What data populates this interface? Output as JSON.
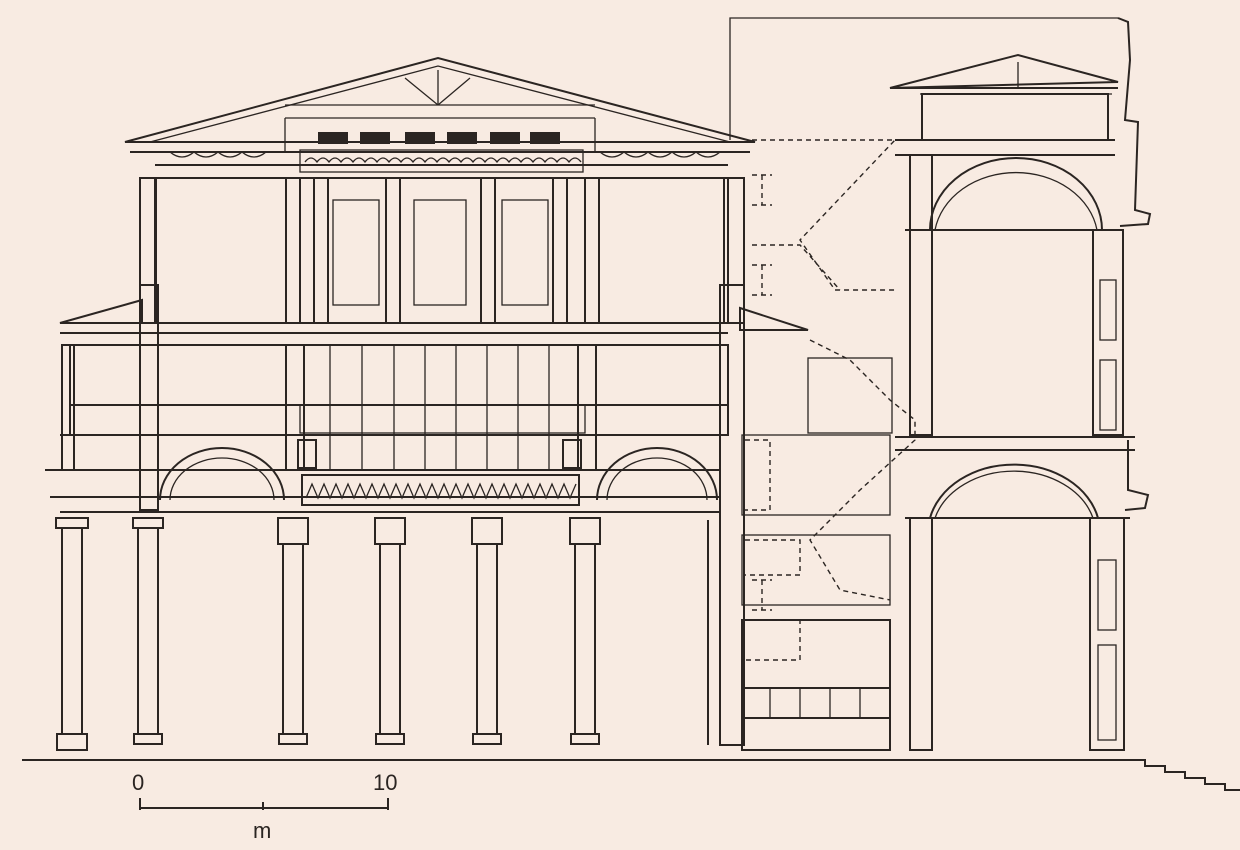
{
  "scale_bar": {
    "start_label": "0",
    "end_label": "10",
    "unit_label": "m"
  },
  "colors": {
    "paper": "#f8ebe2",
    "ink": "#2b2522"
  }
}
